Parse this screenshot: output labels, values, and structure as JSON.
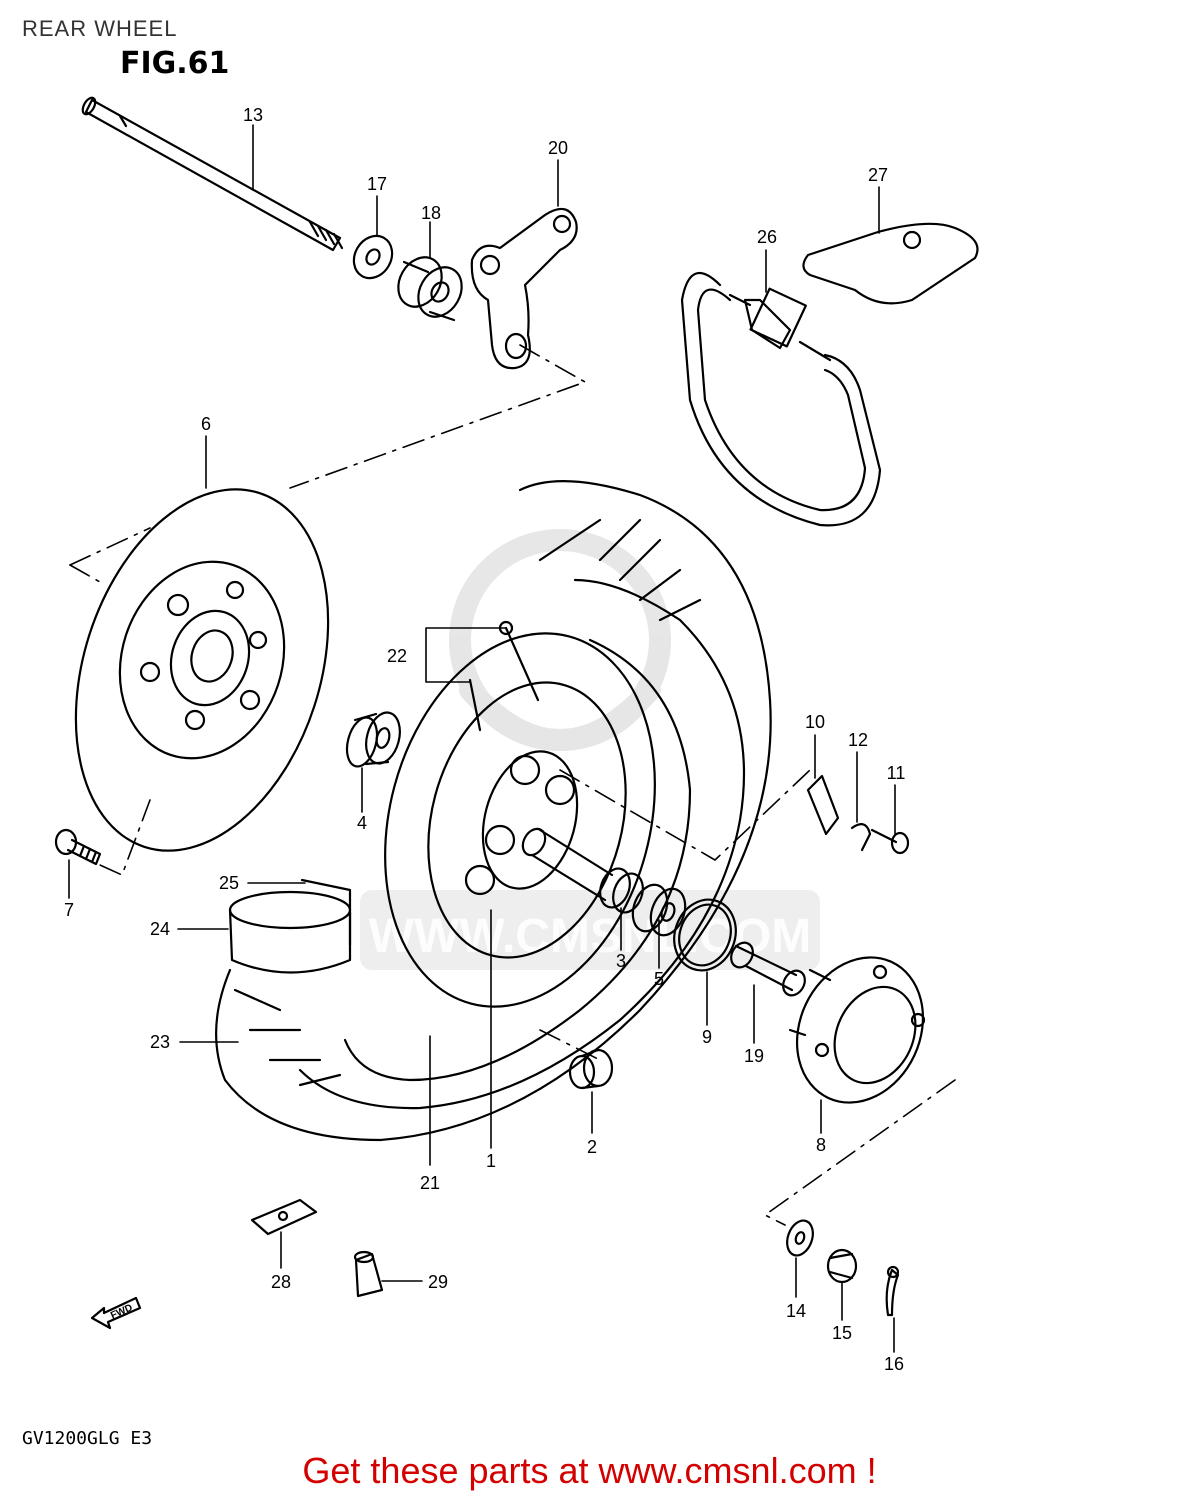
{
  "header": {
    "section_title": "REAR WHEEL",
    "figure": "FIG.61"
  },
  "model_code": "GV1200GLG E3",
  "footer": {
    "link_text": "Get these parts at www.cmsnl.com !",
    "link_color": "#d40000"
  },
  "watermark": {
    "text": "WWW.CMSNL.COM",
    "color": "#e0e0e0"
  },
  "fwd_label": "FWD",
  "parts": [
    {
      "id": "p13",
      "num": "13",
      "name": "rear-axle"
    },
    {
      "id": "p17",
      "num": "17",
      "name": "washer"
    },
    {
      "id": "p18",
      "num": "18",
      "name": "spacer"
    },
    {
      "id": "p20",
      "num": "20",
      "name": "caliper-bracket"
    },
    {
      "id": "p26",
      "num": "26",
      "name": "rim-band"
    },
    {
      "id": "p27",
      "num": "27",
      "name": "tube-patch"
    },
    {
      "id": "p6",
      "num": "6",
      "name": "brake-disc"
    },
    {
      "id": "p22",
      "num": "22",
      "name": "spokes"
    },
    {
      "id": "p4",
      "num": "4",
      "name": "bearing-left"
    },
    {
      "id": "p10",
      "num": "10",
      "name": "balancer"
    },
    {
      "id": "p12",
      "num": "12",
      "name": "balancer-clip"
    },
    {
      "id": "p11",
      "num": "11",
      "name": "balancer-screw"
    },
    {
      "id": "p7",
      "num": "7",
      "name": "disc-bolt"
    },
    {
      "id": "p25",
      "num": "25",
      "name": "tube-upper"
    },
    {
      "id": "p24",
      "num": "24",
      "name": "tube"
    },
    {
      "id": "p23",
      "num": "23",
      "name": "tire"
    },
    {
      "id": "p3",
      "num": "3",
      "name": "spacer-inner"
    },
    {
      "id": "p5",
      "num": "5",
      "name": "bearing-right"
    },
    {
      "id": "p9",
      "num": "9",
      "name": "o-ring"
    },
    {
      "id": "p19",
      "num": "19",
      "name": "sleeve"
    },
    {
      "id": "p8",
      "num": "8",
      "name": "drive-hub"
    },
    {
      "id": "p21",
      "num": "21",
      "name": "rim"
    },
    {
      "id": "p1",
      "num": "1",
      "name": "wheel-hub"
    },
    {
      "id": "p2",
      "num": "2",
      "name": "spacer-small"
    },
    {
      "id": "p28",
      "num": "28",
      "name": "valve-cap"
    },
    {
      "id": "p29",
      "num": "29",
      "name": "valve-nut"
    },
    {
      "id": "p14",
      "num": "14",
      "name": "axle-washer"
    },
    {
      "id": "p15",
      "num": "15",
      "name": "axle-nut"
    },
    {
      "id": "p16",
      "num": "16",
      "name": "cotter-pin"
    }
  ]
}
